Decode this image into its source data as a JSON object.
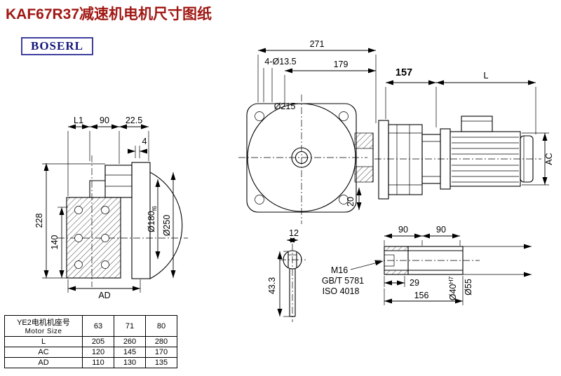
{
  "header": {
    "title": "KAF67R37减速机电机尺寸图纸",
    "logo": "BOSERL"
  },
  "front_view": {
    "dim_271": "271",
    "dim_179": "179",
    "dim_holes": "4-Ø13.5",
    "dim_flange": "Ø215",
    "dim_20": "20"
  },
  "motor_view": {
    "dim_157": "157",
    "dim_L": "L",
    "dim_AC": "AC"
  },
  "side_view": {
    "dim_L1": "L1",
    "dim_90": "90",
    "dim_22_5": "22.5",
    "dim_4": "4",
    "dim_228": "228",
    "dim_140": "140",
    "dim_AD": "AD",
    "dim_180": "Ø180",
    "dim_180_tol": "f6",
    "dim_250": "Ø250"
  },
  "shaft_end_view": {
    "dim_12": "12",
    "dim_43_3": "43.3"
  },
  "shaft_detail": {
    "dim_90a": "90",
    "dim_90b": "90",
    "thread": "M16",
    "std_gb": "GB/T 5781",
    "std_iso": "ISO 4018",
    "dim_29": "29",
    "dim_156": "156",
    "dim_40": "Ø40",
    "dim_40_tol": "H7",
    "dim_55": "Ø55"
  },
  "table": {
    "header": {
      "line1": "YE2电机机座号",
      "line2": "Motor Size"
    },
    "sizes": [
      "63",
      "71",
      "80"
    ],
    "rows": [
      {
        "label": "L",
        "values": [
          "205",
          "260",
          "280"
        ]
      },
      {
        "label": "AC",
        "values": [
          "120",
          "145",
          "170"
        ]
      },
      {
        "label": "AD",
        "values": [
          "110",
          "130",
          "135"
        ]
      }
    ]
  }
}
